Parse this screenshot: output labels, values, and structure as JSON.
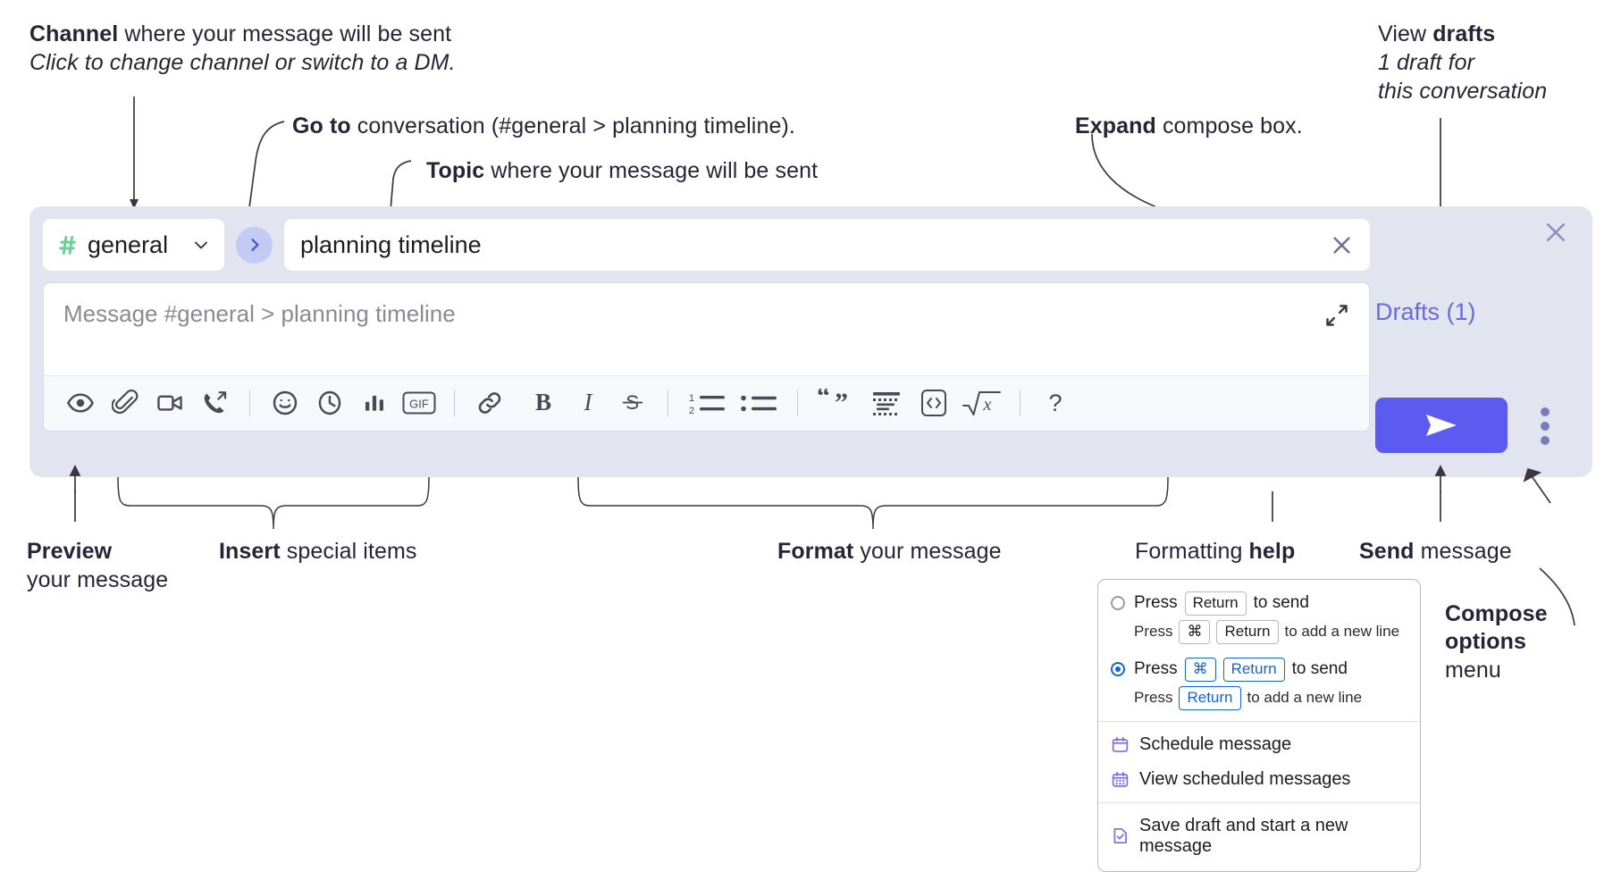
{
  "annotations": {
    "channel": {
      "bold": "Channel",
      "rest": " where your message will be sent",
      "italic": "Click to change channel or switch to a DM."
    },
    "goto": {
      "bold": "Go to",
      "rest": " conversation (#general > planning timeline)."
    },
    "topic": {
      "bold": "Topic",
      "rest": " where your message will be sent"
    },
    "expand": {
      "bold": "Expand",
      "rest": " compose box."
    },
    "drafts": {
      "bold_lead": "View ",
      "bold": "drafts",
      "italic1": "1 draft for",
      "italic2": "this conversation"
    },
    "preview": {
      "bold": "Preview",
      "rest": "your message"
    },
    "insert": {
      "bold": "Insert",
      "rest": " special items"
    },
    "format": {
      "bold": "Format",
      "rest": " your message"
    },
    "help": {
      "lead": "Formatting ",
      "bold": "help"
    },
    "send": {
      "bold": "Send",
      "rest": " message"
    },
    "compose_options": {
      "bold1": "Compose",
      "bold2": "options",
      "rest": "menu"
    }
  },
  "compose": {
    "channel_name": "general",
    "channel_icon": "hash-icon",
    "channel_chevron": "chevron-down-icon",
    "goto_icon": "chevron-right-icon",
    "topic_value": "planning timeline",
    "topic_clear_icon": "close-icon",
    "message_placeholder": "Message #general > planning timeline",
    "expand_icon": "expand-icon",
    "panel_close_icon": "close-icon",
    "drafts_label": "Drafts (1)",
    "send_icon": "paper-plane-icon",
    "menu_icon": "kebab-menu-icon",
    "toolbar": [
      {
        "name": "preview-button",
        "icon": "eye-icon"
      },
      {
        "name": "attach-button",
        "icon": "paperclip-icon"
      },
      {
        "name": "video-clip-button",
        "icon": "video-camera-icon"
      },
      {
        "name": "audio-clip-button",
        "icon": "phone-arrow-icon"
      },
      {
        "name": "separator-1",
        "icon": "divider"
      },
      {
        "name": "emoji-button",
        "icon": "smiley-icon"
      },
      {
        "name": "reminder-button",
        "icon": "clock-icon"
      },
      {
        "name": "poll-button",
        "icon": "bar-chart-icon"
      },
      {
        "name": "gif-button",
        "icon": "gif-icon"
      },
      {
        "name": "separator-2",
        "icon": "divider"
      },
      {
        "name": "link-button",
        "icon": "link-icon"
      },
      {
        "name": "bold-button",
        "icon": "bold-icon"
      },
      {
        "name": "italic-button",
        "icon": "italic-icon"
      },
      {
        "name": "strikethrough-button",
        "icon": "strikethrough-icon"
      },
      {
        "name": "separator-3",
        "icon": "divider"
      },
      {
        "name": "ordered-list-button",
        "icon": "ordered-list-icon"
      },
      {
        "name": "bulleted-list-button",
        "icon": "bulleted-list-icon"
      },
      {
        "name": "separator-4",
        "icon": "divider"
      },
      {
        "name": "blockquote-button",
        "icon": "quote-icon"
      },
      {
        "name": "code-block-button",
        "icon": "code-block-icon"
      },
      {
        "name": "code-button",
        "icon": "code-inline-icon"
      },
      {
        "name": "latex-button",
        "icon": "square-root-icon"
      },
      {
        "name": "separator-5",
        "icon": "divider"
      },
      {
        "name": "formatting-help-button",
        "icon": "question-mark-icon"
      }
    ],
    "gif_label": "GIF",
    "bold_label": "B",
    "italic_label": "I",
    "help_label": "?"
  },
  "options_menu": {
    "send_options": [
      {
        "selected": false,
        "press": "Press",
        "key1": "Return",
        "tail": "to send",
        "sub_press": "Press",
        "sub_key1": "⌘",
        "sub_key2": "Return",
        "sub_tail": "to add a new line"
      },
      {
        "selected": true,
        "press": "Press",
        "key1": "⌘",
        "key2": "Return",
        "tail": "to send",
        "sub_press": "Press",
        "sub_key1": "Return",
        "sub_tail": "to add a new line"
      }
    ],
    "items": [
      {
        "icon": "calendar-icon",
        "label": "Schedule message"
      },
      {
        "icon": "calendar-grid-icon",
        "label": "View scheduled messages"
      },
      {
        "icon": "save-draft-icon",
        "label": "Save draft and start a new message"
      }
    ]
  },
  "colors": {
    "panel_bg": "#e2e4f0",
    "send_button": "#5b5bf2",
    "drafts_text": "#6b6bd6",
    "hash_green": "#6ecf97",
    "goto_bg": "#c3cbf5",
    "accent_blue": "#1264dd",
    "menu_icon_purple": "#7b68ee"
  }
}
